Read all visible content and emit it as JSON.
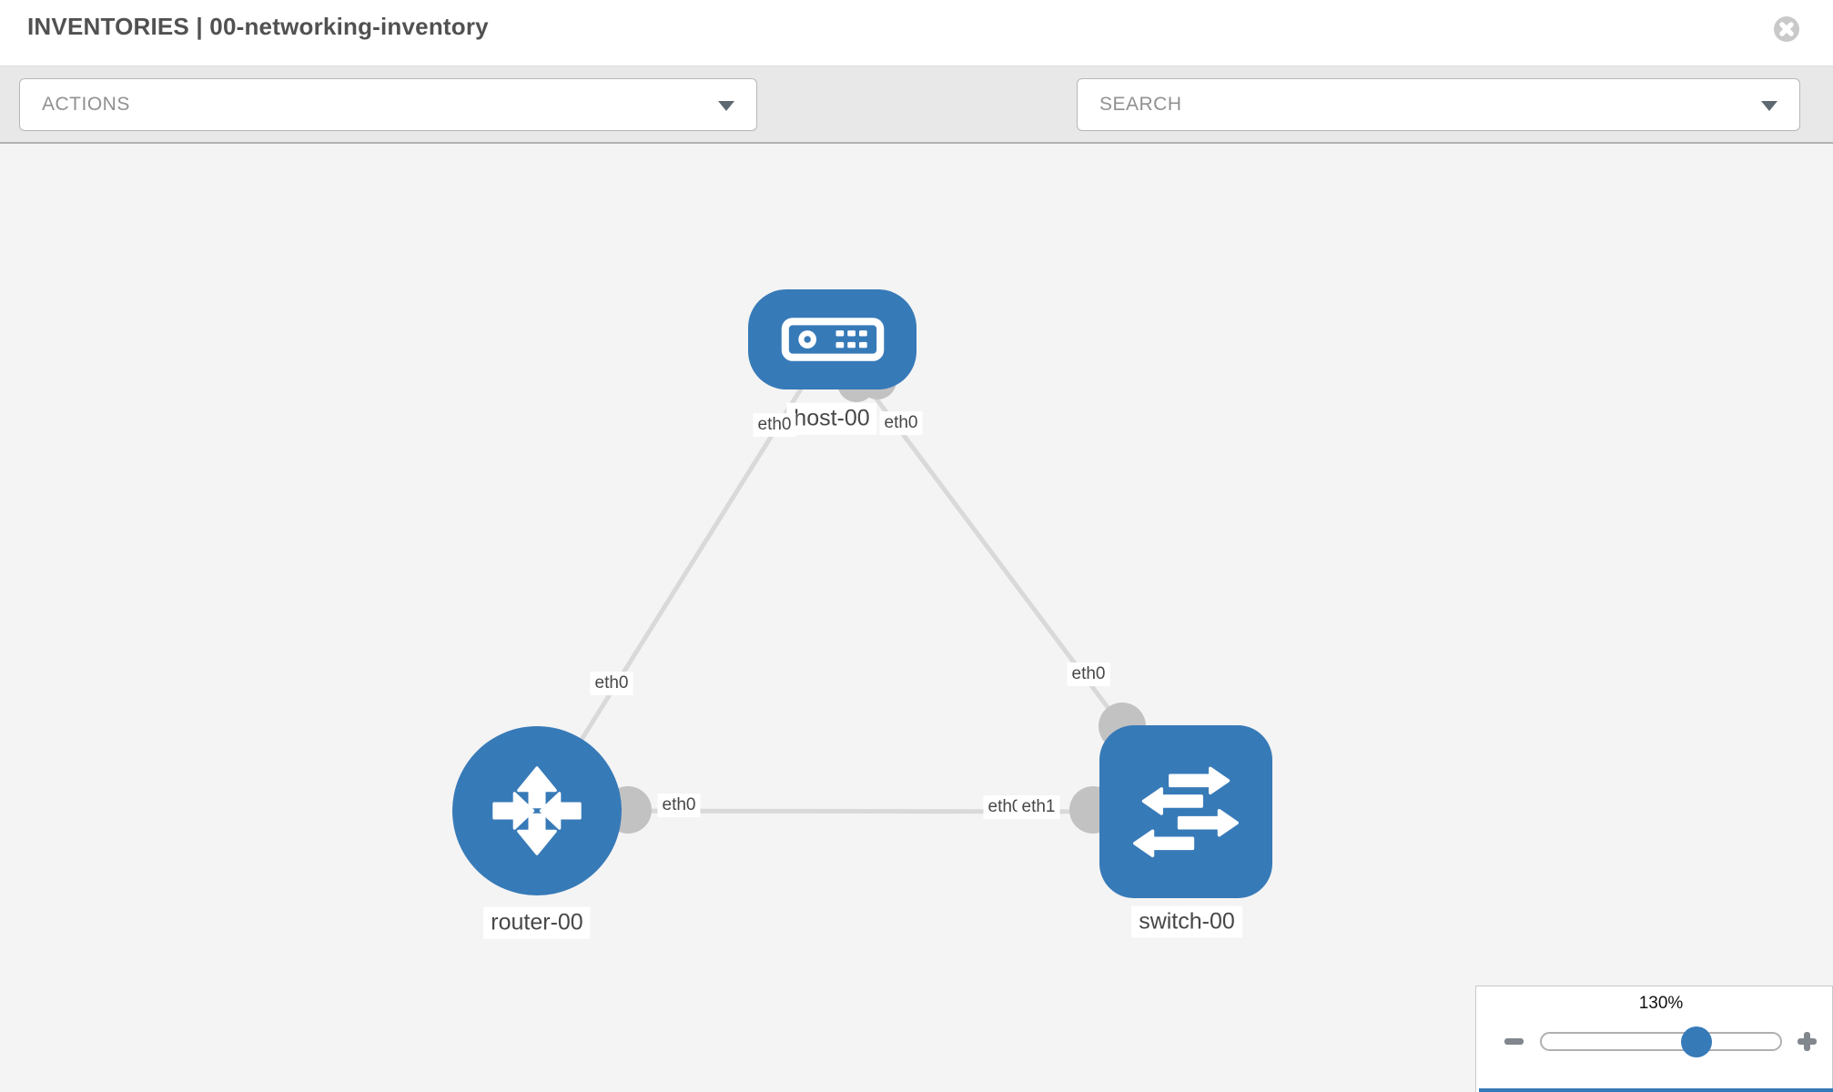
{
  "header": {
    "title": "INVENTORIES | 00-networking-inventory"
  },
  "toolbar": {
    "actions_label": "ACTIONS",
    "search_label": "SEARCH",
    "icons": [
      "wrench",
      "key"
    ]
  },
  "canvas": {
    "nodes": [
      {
        "id": "host-00",
        "label": "host-00",
        "type": "host",
        "shape": "rounded-rect"
      },
      {
        "id": "router-00",
        "label": "router-00",
        "type": "router",
        "shape": "circle"
      },
      {
        "id": "switch-00",
        "label": "switch-00",
        "type": "switch",
        "shape": "rounded-square"
      }
    ],
    "links": [
      {
        "from": "host-00",
        "to": "router-00",
        "from_interface": "eth0",
        "to_interface": "eth0"
      },
      {
        "from": "host-00",
        "to": "switch-00",
        "from_interface": "eth0",
        "to_interface": "eth0"
      },
      {
        "from": "router-00",
        "to": "switch-00",
        "from_interface": "eth0",
        "to_interface": "eth1"
      }
    ]
  },
  "zoom_control": {
    "level": "130%",
    "value": 130
  },
  "colors": {
    "node_blue": "#377ab8",
    "link_gray": "#d9d9d9",
    "interface_gray": "#c2c2c2",
    "toolbar_bg": "#e8e8e8",
    "canvas_bg": "#f4f4f4"
  }
}
